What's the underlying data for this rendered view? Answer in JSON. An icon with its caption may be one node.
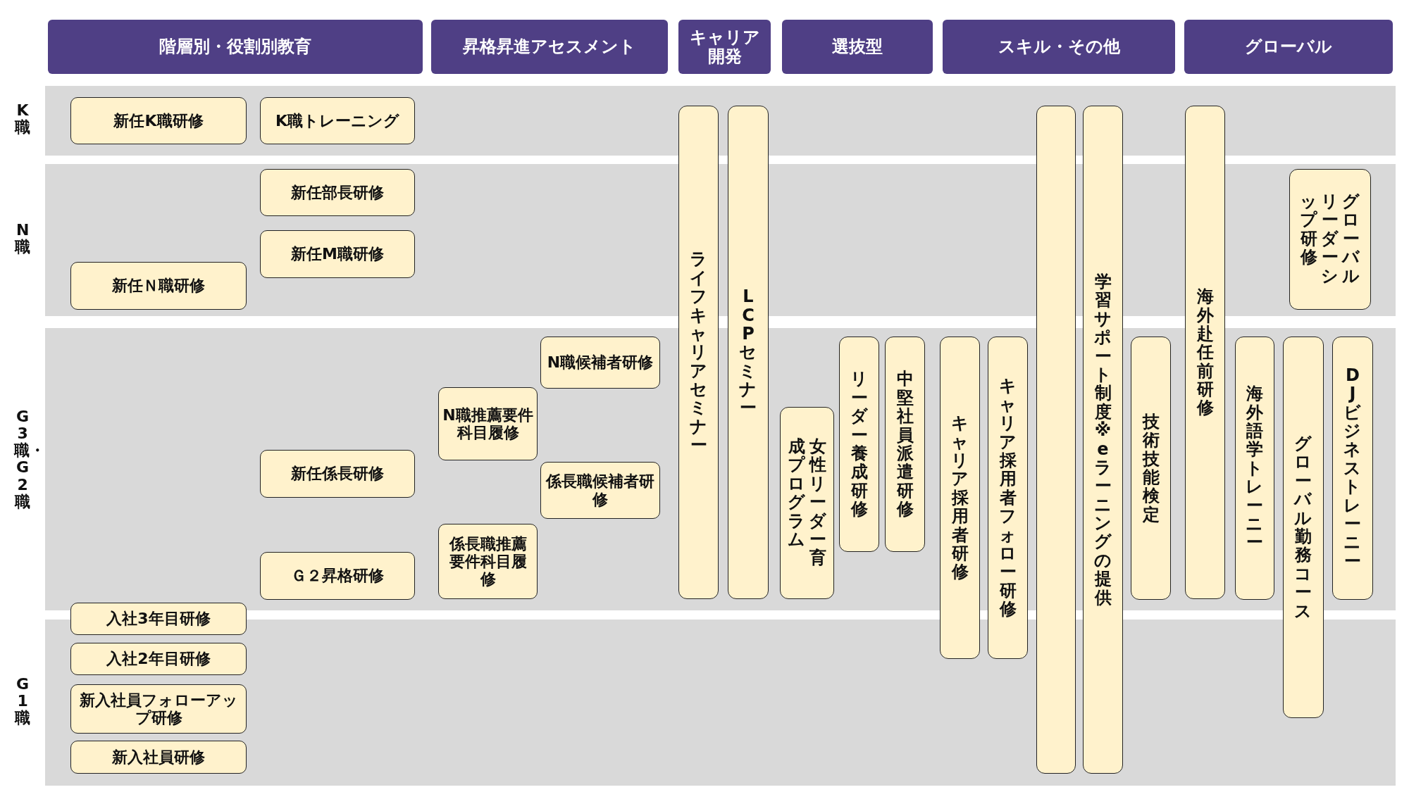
{
  "diagram": {
    "nodes": [
      {
        "text": [
          "階層別・役割別教育"
        ]
      },
      {
        "text": [
          "昇格昇進アセスメント"
        ]
      },
      {
        "text": [
          "キャリア開発"
        ]
      },
      {
        "text": [
          "選抜型"
        ]
      },
      {
        "text": [
          "スキル・その他"
        ]
      },
      {
        "text": [
          "グローバル"
        ]
      },
      {
        "text": [
          "K職"
        ]
      },
      {
        "text": [
          "新任K職研修"
        ],
        "in": 6
      },
      {
        "text": [
          "K職トレーニング"
        ],
        "in": 6
      },
      {
        "text": [
          "N職"
        ]
      },
      {
        "text": [
          "新任部長研修"
        ],
        "in": 9
      },
      {
        "text": [
          "新任M職研修"
        ],
        "in": 9
      },
      {
        "text": [
          "新任Ｎ職研修"
        ],
        "in": 9
      },
      {
        "text": [
          "グローバルリーダーシップ研修"
        ],
        "in": 9
      },
      {
        "text": [
          "G3職・G2職"
        ]
      },
      {
        "text": [
          "N職候補者研修"
        ],
        "in": 14
      },
      {
        "text": [
          "N職推薦要件科目履修"
        ],
        "in": 14
      },
      {
        "text": [
          "係長職候補者研修"
        ],
        "in": 14
      },
      {
        "text": [
          "新任係長研修"
        ],
        "in": 14
      },
      {
        "text": [
          "係長職推薦要件科目履修"
        ],
        "in": 14
      },
      {
        "text": [
          "Ｇ２昇格研修"
        ],
        "in": 14
      },
      {
        "text": [
          "女性リーダー育成プログラム"
        ],
        "in": 14
      },
      {
        "text": [
          "リーダー養成研修"
        ],
        "in": 14
      },
      {
        "text": [
          "中堅社員派遣研修"
        ],
        "in": 14
      },
      {
        "text": [
          "技術技能検定"
        ],
        "in": 14
      },
      {
        "text": [
          "海外語学トレーニー"
        ],
        "in": 14
      },
      {
        "text": [
          "DJビジネストレーニー"
        ],
        "in": 14
      },
      {
        "text": [
          "G1職"
        ]
      },
      {
        "text": [
          "入社2年目研修"
        ],
        "in": 27
      },
      {
        "text": [
          "新入社員フォローアップ研修"
        ],
        "in": 27
      },
      {
        "text": [
          "新入社員研修"
        ],
        "in": 27
      },
      {
        "text": [
          "入社3年目研修"
        ]
      },
      {
        "text": [
          "ライフキャリアセミナー"
        ]
      },
      {
        "text": [
          "LCPセミナー"
        ]
      },
      {
        "text": [
          "キャリア採用者研修"
        ]
      },
      {
        "text": [
          "キャリア採用者フォロー研修"
        ]
      },
      {
        "text": [],
        "shape": "bar"
      },
      {
        "text": [
          "学習サポート制度 ※eラーニングの提供"
        ]
      },
      {
        "text": [
          "海外赴任前研修"
        ]
      },
      {
        "text": [
          "グローバル勤務コース"
        ]
      }
    ]
  }
}
